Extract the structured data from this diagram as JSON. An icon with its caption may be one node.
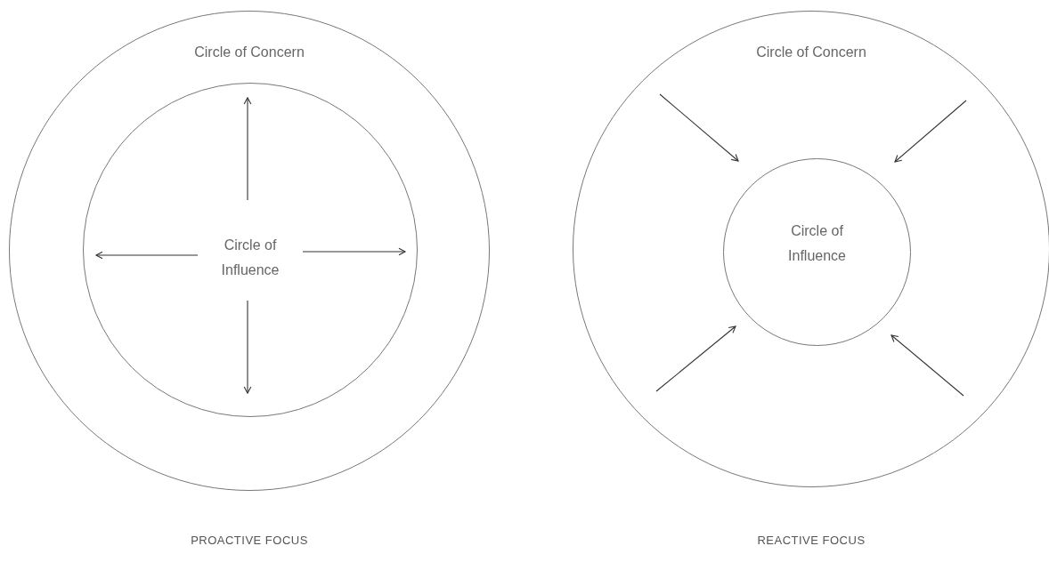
{
  "diagram": {
    "nodes": [
      {
        "text": [
          "Circle of Concern"
        ]
      },
      {
        "text": [
          "Circle of Influence"
        ],
        "in": 0
      },
      {
        "text": [
          "Circle of Concern"
        ]
      },
      {
        "text": [
          "Circle of Influence"
        ],
        "in": 2
      }
    ],
    "edges": [],
    "labels": [
      "PROACTIVE FOCUS",
      "REACTIVE FOCUS"
    ]
  }
}
